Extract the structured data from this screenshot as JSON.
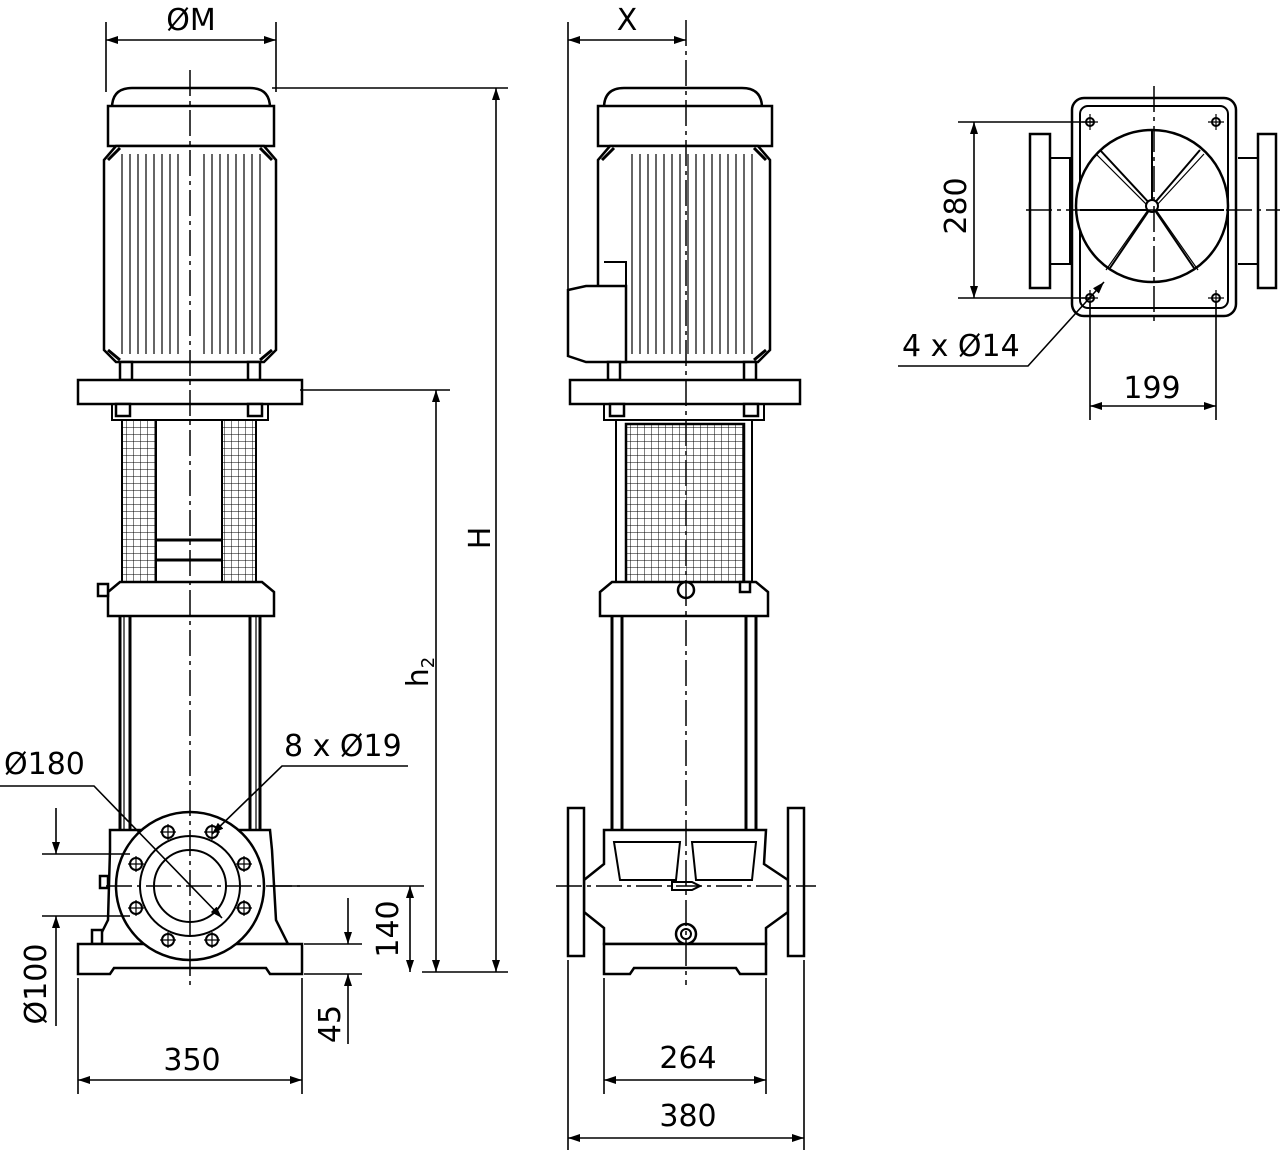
{
  "drawing": {
    "front": {
      "motor_diameter": "ØM",
      "overall_height": "H",
      "inlet_height_main": "h",
      "inlet_height_sub": "2",
      "flange_outer": "Ø180",
      "flange_bolts": "8 x Ø19",
      "port_diameter": "Ø100",
      "outlet_height": "140",
      "base_height": "45",
      "base_width": "350"
    },
    "side": {
      "motor_offset": "X",
      "foot_spacing": "264",
      "flange_span": "380"
    },
    "top": {
      "hole_spacing_y": "280",
      "mount_holes": "4 x Ø14",
      "hole_spacing_x": "199"
    }
  }
}
